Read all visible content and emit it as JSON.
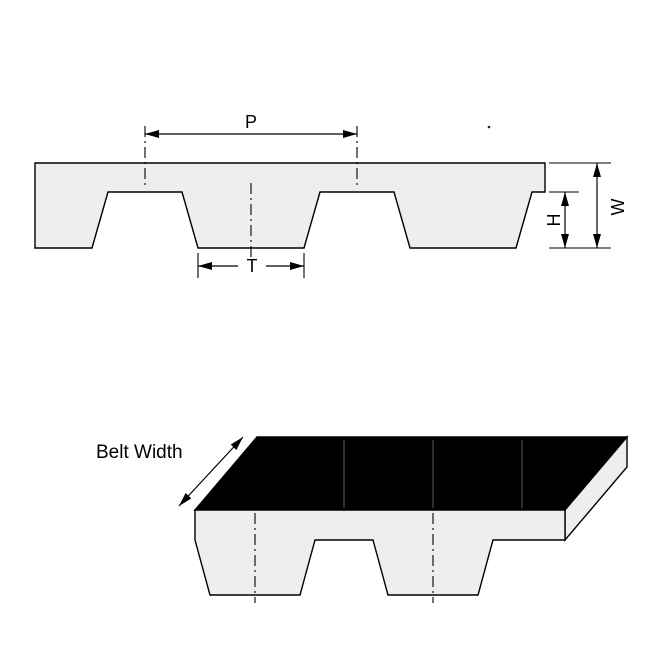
{
  "diagram": {
    "labels": {
      "pitch": "P",
      "tooth_width": "T",
      "height": "H",
      "width": "W",
      "belt_width": "Belt Width"
    },
    "colors": {
      "line": "#000000",
      "belt_fill": "#eeeeee",
      "top_face": "#000000",
      "background": "#ffffff"
    }
  }
}
